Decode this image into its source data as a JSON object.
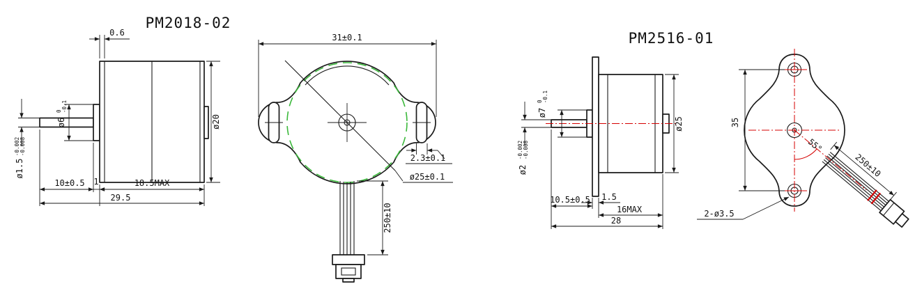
{
  "drawings": {
    "pm2018": {
      "title": "PM2018-02",
      "side": {
        "dim_plate": "0.6",
        "dim_shaft_dia": "ø6",
        "dim_shaft_dia_tol_upper": "0",
        "dim_shaft_dia_tol_lower": "-0.1",
        "dim_tip_dia": "ø1.5",
        "dim_tip_dia_tol_upper": "-0.002",
        "dim_tip_dia_tol_lower": "-0.008",
        "dim_body_dia": "ø20",
        "dim_shaft_len": "10±0.5",
        "dim_boss_len": "1",
        "dim_body_len": "18.5MAX",
        "dim_total_len": "29.5"
      },
      "front": {
        "dim_width": "31±0.1",
        "dim_slot": "2.3±0.1",
        "dim_body_circle": "ø25±0.1",
        "dim_wire_len": "250±10"
      }
    },
    "pm2516": {
      "title": "PM2516-01",
      "side": {
        "dim_shaft_dia": "ø7",
        "dim_shaft_dia_tol_upper": "0",
        "dim_shaft_dia_tol_lower": "-0.1",
        "dim_tip_dia": "ø2",
        "dim_tip_dia_tol_upper": "-0.002",
        "dim_tip_dia_tol_lower": "-0.008",
        "dim_body_dia": "ø25",
        "dim_shaft_len": "10.5±0.5",
        "dim_flange": "1.5",
        "dim_body_len": "16MAX",
        "dim_total_len": "28"
      },
      "front": {
        "dim_hole_spacing": "35",
        "dim_angle": "55°",
        "dim_wire_len": "250±10",
        "dim_holes": "2-ø3.5"
      }
    }
  },
  "colors": {
    "line": "#1a1a1a",
    "accent_green": "#3bb83b",
    "accent_red": "#d40000",
    "background": "#ffffff"
  }
}
